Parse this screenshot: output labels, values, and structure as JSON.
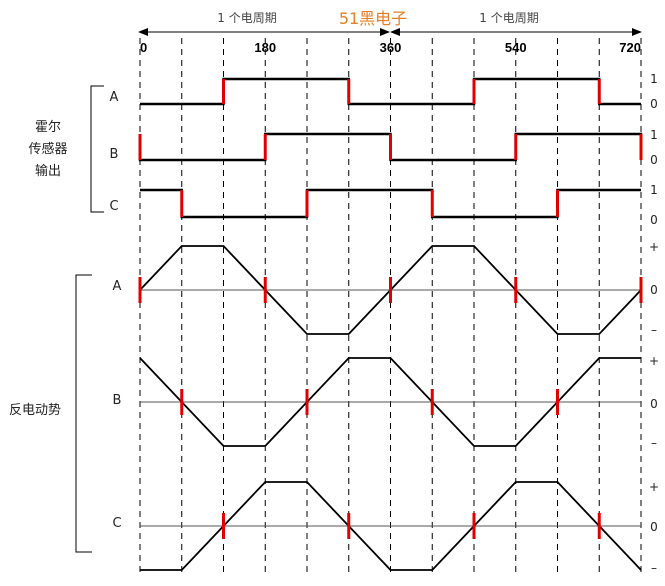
{
  "header": {
    "period_left": "1 个电周期",
    "period_right": "1 个电周期",
    "watermark": "51黑电子",
    "angles": [
      "0",
      "180",
      "360",
      "540",
      "720"
    ]
  },
  "hall_group": {
    "label_lines": [
      "霍尔",
      "传感器",
      "输出"
    ],
    "signals": [
      {
        "name": "A",
        "high": "1",
        "low": "0"
      },
      {
        "name": "B",
        "high": "1",
        "low": "0"
      },
      {
        "name": "C",
        "high": "1",
        "low": "0"
      }
    ]
  },
  "bemf_group": {
    "label": "反电动势",
    "signals": [
      {
        "name": "A",
        "plus": "+",
        "zero": "0",
        "minus": "–"
      },
      {
        "name": "B",
        "plus": "+",
        "zero": "0",
        "minus": "–"
      },
      {
        "name": "C",
        "plus": "+",
        "zero": "0",
        "minus": "–"
      }
    ]
  },
  "colors": {
    "trace": "#000000",
    "edge_marker": "#e00000",
    "axis": "#555555",
    "watermark": "#e67e22"
  },
  "chart_data": {
    "type": "line",
    "x_unit": "electrical degrees",
    "x_ticks": [
      0,
      180,
      360,
      540,
      720
    ],
    "hall": {
      "A": {
        "x": [
          0,
          120,
          120,
          300,
          300,
          480,
          480,
          660,
          660,
          720
        ],
        "y": [
          0,
          0,
          1,
          1,
          0,
          0,
          1,
          1,
          0,
          0
        ]
      },
      "B": {
        "x": [
          0,
          0,
          180,
          180,
          360,
          360,
          540,
          540,
          720,
          720
        ],
        "y": [
          1,
          0,
          0,
          1,
          1,
          0,
          0,
          1,
          1,
          0
        ]
      },
      "C": {
        "x": [
          0,
          60,
          60,
          240,
          240,
          420,
          420,
          600,
          600,
          720
        ],
        "y": [
          1,
          1,
          0,
          0,
          1,
          1,
          0,
          0,
          1,
          1
        ]
      }
    },
    "bemf": {
      "A": {
        "x": [
          0,
          60,
          120,
          240,
          300,
          420,
          480,
          600,
          660,
          720
        ],
        "y": [
          0,
          1,
          1,
          -1,
          -1,
          1,
          1,
          -1,
          -1,
          0
        ]
      },
      "B": {
        "x": [
          0,
          120,
          180,
          300,
          360,
          480,
          540,
          660,
          720
        ],
        "y": [
          1,
          -1,
          -1,
          1,
          1,
          -1,
          -1,
          1,
          1
        ]
      },
      "C": {
        "x": [
          0,
          60,
          180,
          240,
          360,
          420,
          540,
          600,
          720
        ],
        "y": [
          -1,
          -1,
          1,
          1,
          -1,
          -1,
          1,
          1,
          -1
        ]
      }
    },
    "hall_edges": {
      "A": [
        120,
        300,
        480,
        660
      ],
      "B": [
        0,
        180,
        360,
        540,
        720
      ],
      "C": [
        60,
        240,
        420,
        600
      ]
    },
    "bemf_zero_crossings": {
      "A": [
        0,
        180,
        360,
        540,
        720
      ],
      "B": [
        60,
        240,
        420,
        600
      ],
      "C": [
        120,
        300,
        480,
        660
      ]
    }
  }
}
